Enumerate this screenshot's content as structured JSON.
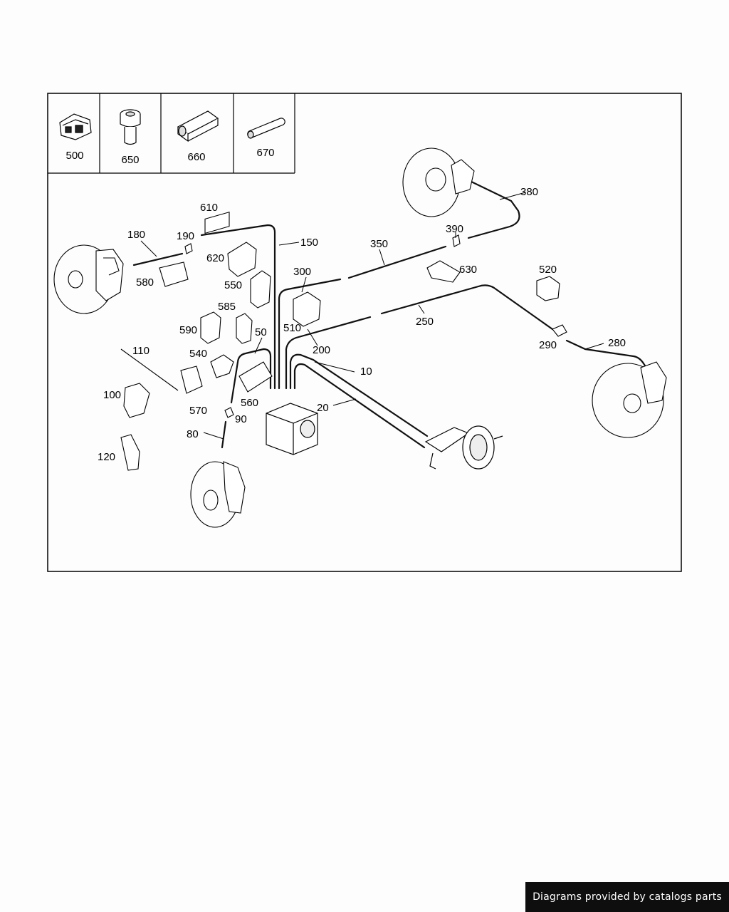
{
  "inset_parts": [
    "500",
    "650",
    "660",
    "670"
  ],
  "callouts": {
    "c10": "10",
    "c20": "20",
    "c50": "50",
    "c80": "80",
    "c90": "90",
    "c100": "100",
    "c110": "110",
    "c120": "120",
    "c150": "150",
    "c180": "180",
    "c190": "190",
    "c200": "200",
    "c250": "250",
    "c280": "280",
    "c290": "290",
    "c300": "300",
    "c350": "350",
    "c380": "380",
    "c390": "390",
    "c510": "510",
    "c520": "520",
    "c540": "540",
    "c550": "550",
    "c560": "560",
    "c570": "570",
    "c580": "580",
    "c585": "585",
    "c590": "590",
    "c610": "610",
    "c620": "620",
    "c630": "630"
  },
  "footer": {
    "credit": "Diagrams provided by catalogs parts"
  }
}
